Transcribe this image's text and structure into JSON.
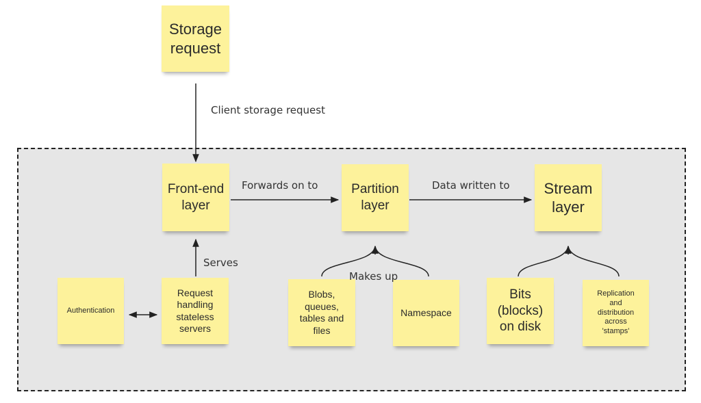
{
  "notes": {
    "storage_request": "Storage request",
    "front_end": "Front-end layer",
    "partition": "Partition layer",
    "stream": "Stream layer",
    "authentication": "Authentication",
    "request_handling": "Request handling stateless servers",
    "blobs": "Blobs, queues, tables and files",
    "namespace": "Namespace",
    "bits": "Bits (blocks) on disk",
    "replication": "Replication and distribution across 'stamps'"
  },
  "labels": {
    "client_request": "Client storage request",
    "forwards_on_to": "Forwards on to",
    "data_written_to": "Data written to",
    "serves": "Serves",
    "makes_up": "Makes up"
  },
  "colors": {
    "note": "#fdf29b",
    "boundary_fill": "#e6e6e6",
    "line": "#222222"
  }
}
